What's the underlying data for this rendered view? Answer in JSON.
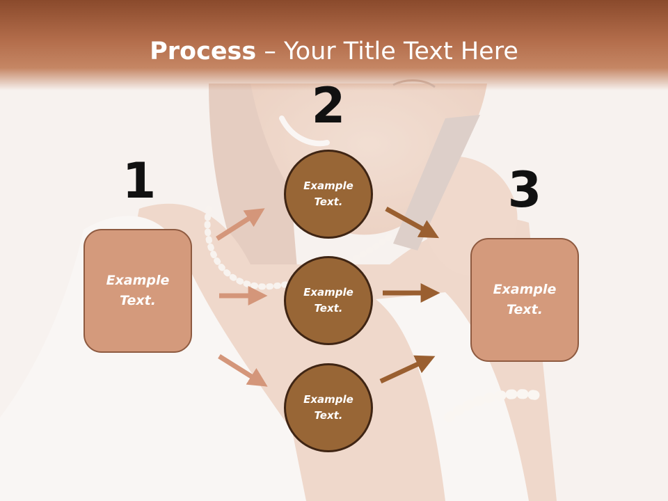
{
  "title": {
    "bold": "Process",
    "rest": " – Your Title Text Here"
  },
  "steps": {
    "one": "1",
    "two": "2",
    "three": "3"
  },
  "left_box": {
    "text": "Example Text."
  },
  "circles": [
    {
      "text": "Example Text."
    },
    {
      "text": "Example Text."
    },
    {
      "text": "Example Text."
    }
  ],
  "right_box": {
    "text": "Example Text."
  },
  "colors": {
    "title_band": "#b36d4b",
    "box_fill": "#d49a7c",
    "circle_fill": "#986636",
    "arrow_light": "#d4967a",
    "arrow_dark": "#9a5f30"
  }
}
